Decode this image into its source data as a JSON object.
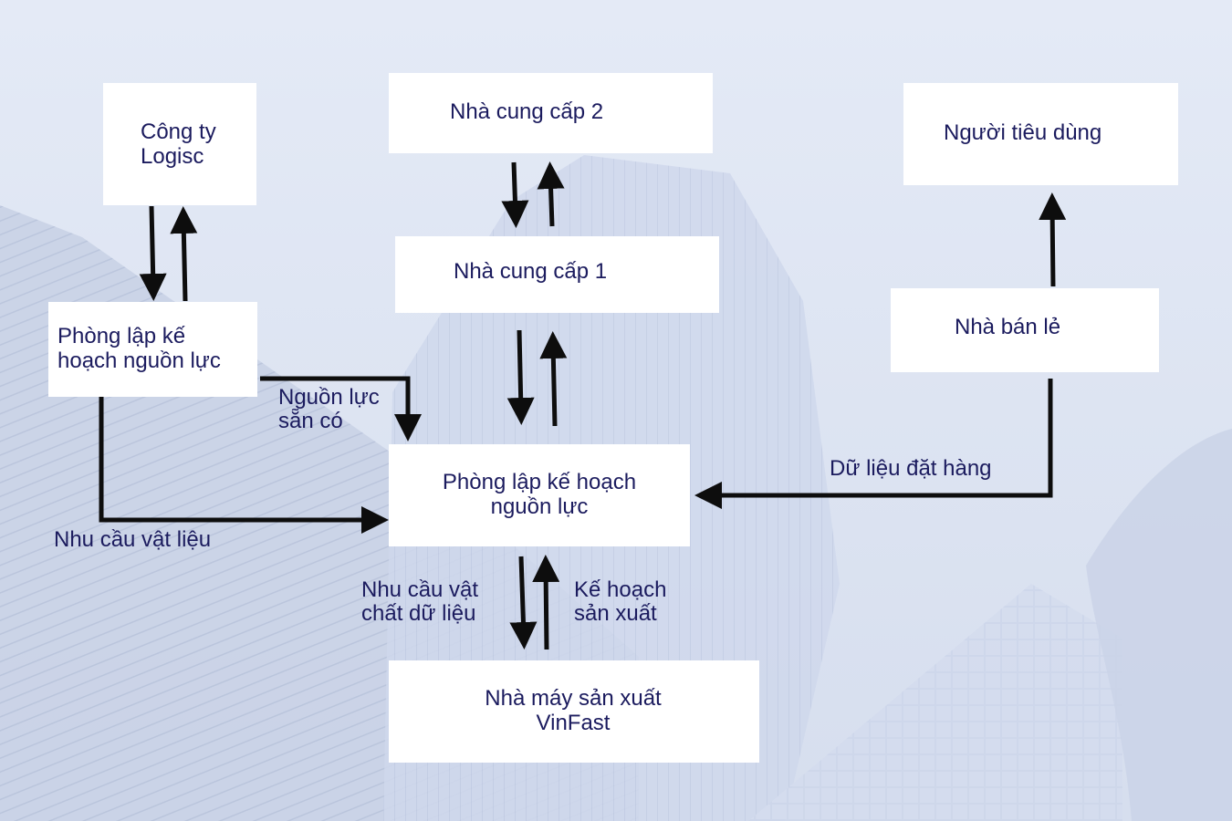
{
  "nodes": {
    "company_logistics": "Công ty\nLogisc",
    "supplier_2": "Nhà cung cấp 2",
    "consumer": "Người tiêu dùng",
    "supplier_1": "Nhà cung cấp 1",
    "resource_planning_left": "Phòng lập kế\nhoạch nguồn lực",
    "retailer": "Nhà bán lẻ",
    "resource_planning_center": "Phòng lập kế hoạch\nnguồn lực",
    "factory": "Nhà máy sản xuất\nVinFast"
  },
  "edge_labels": {
    "available_resources": "Nguồn lực\nsẵn có",
    "material_demand": "Nhu cầu vật liệu",
    "order_data": "Dữ liệu đặt hàng",
    "material_demand_data": "Nhu cầu vật\nchất dữ liệu",
    "production_plan": "Kế hoạch\nsản xuất"
  },
  "colors": {
    "text": "#1b1b5e",
    "box": "#ffffff",
    "arrow": "#0d0d0d",
    "background": "#dfe6f3"
  }
}
